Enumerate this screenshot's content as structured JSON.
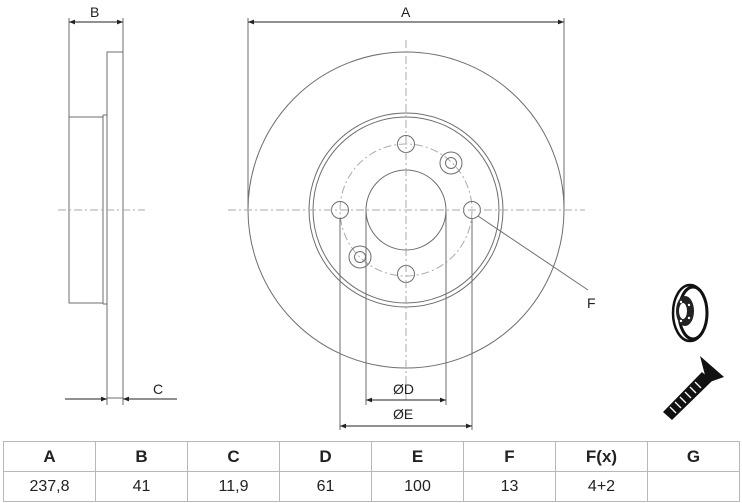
{
  "drawing": {
    "title": "Brake disc technical drawing",
    "dimension_labels": {
      "A": "A",
      "B": "B",
      "C": "C",
      "D": "ØD",
      "E": "ØE",
      "F": "F"
    },
    "line_color": "#6e6e6e",
    "icons": [
      "brake-disc-icon",
      "countersunk-screw-icon"
    ]
  },
  "spec_table": {
    "headers": [
      "A",
      "B",
      "C",
      "D",
      "E",
      "F",
      "F(x)",
      "G"
    ],
    "values": [
      "237,8",
      "41",
      "11,9",
      "61",
      "100",
      "13",
      "4+2",
      ""
    ]
  }
}
